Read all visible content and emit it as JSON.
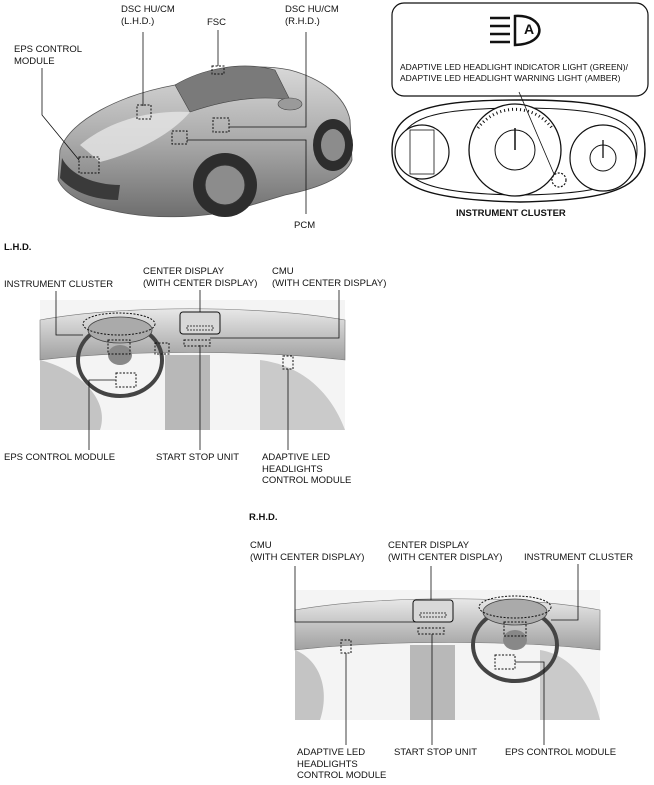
{
  "top_car": {
    "labels": {
      "dsc_lhd": [
        "DSC HU/CM",
        "(L.H.D.)"
      ],
      "fsc": "FSC",
      "dsc_rhd": [
        "DSC HU/CM",
        "(R.H.D.)"
      ],
      "eps": [
        "EPS CONTROL",
        "MODULE"
      ],
      "pcm": "PCM"
    }
  },
  "cluster_panel": {
    "callout": [
      "ADAPTIVE LED HEADLIGHT INDICATOR LIGHT (GREEN)/",
      "ADAPTIVE LED HEADLIGHT WARNING LIGHT (AMBER)"
    ],
    "icon_letter": "A",
    "title": "INSTRUMENT CLUSTER"
  },
  "lhd": {
    "section": "L.H.D.",
    "labels": {
      "instrument_cluster": "INSTRUMENT CLUSTER",
      "center_display": [
        "CENTER DISPLAY",
        "(WITH CENTER DISPLAY)"
      ],
      "cmu": [
        "CMU",
        "(WITH CENTER DISPLAY)"
      ],
      "eps": "EPS CONTROL MODULE",
      "start_stop": "START STOP UNIT",
      "adaptive": [
        "ADAPTIVE LED",
        "HEADLIGHTS",
        "CONTROL MODULE"
      ]
    }
  },
  "rhd": {
    "section": "R.H.D.",
    "labels": {
      "cmu": [
        "CMU",
        "(WITH CENTER DISPLAY)"
      ],
      "center_display": [
        "CENTER DISPLAY",
        "(WITH CENTER DISPLAY)"
      ],
      "instrument_cluster": "INSTRUMENT CLUSTER",
      "adaptive": [
        "ADAPTIVE LED",
        "HEADLIGHTS",
        "CONTROL MODULE"
      ],
      "start_stop": "START STOP UNIT",
      "eps": "EPS CONTROL MODULE"
    }
  },
  "colors": {
    "line": "#111111",
    "shade_dark": "#8a8a8a",
    "shade_mid": "#b5b5b5",
    "shade_light": "#dedede"
  }
}
